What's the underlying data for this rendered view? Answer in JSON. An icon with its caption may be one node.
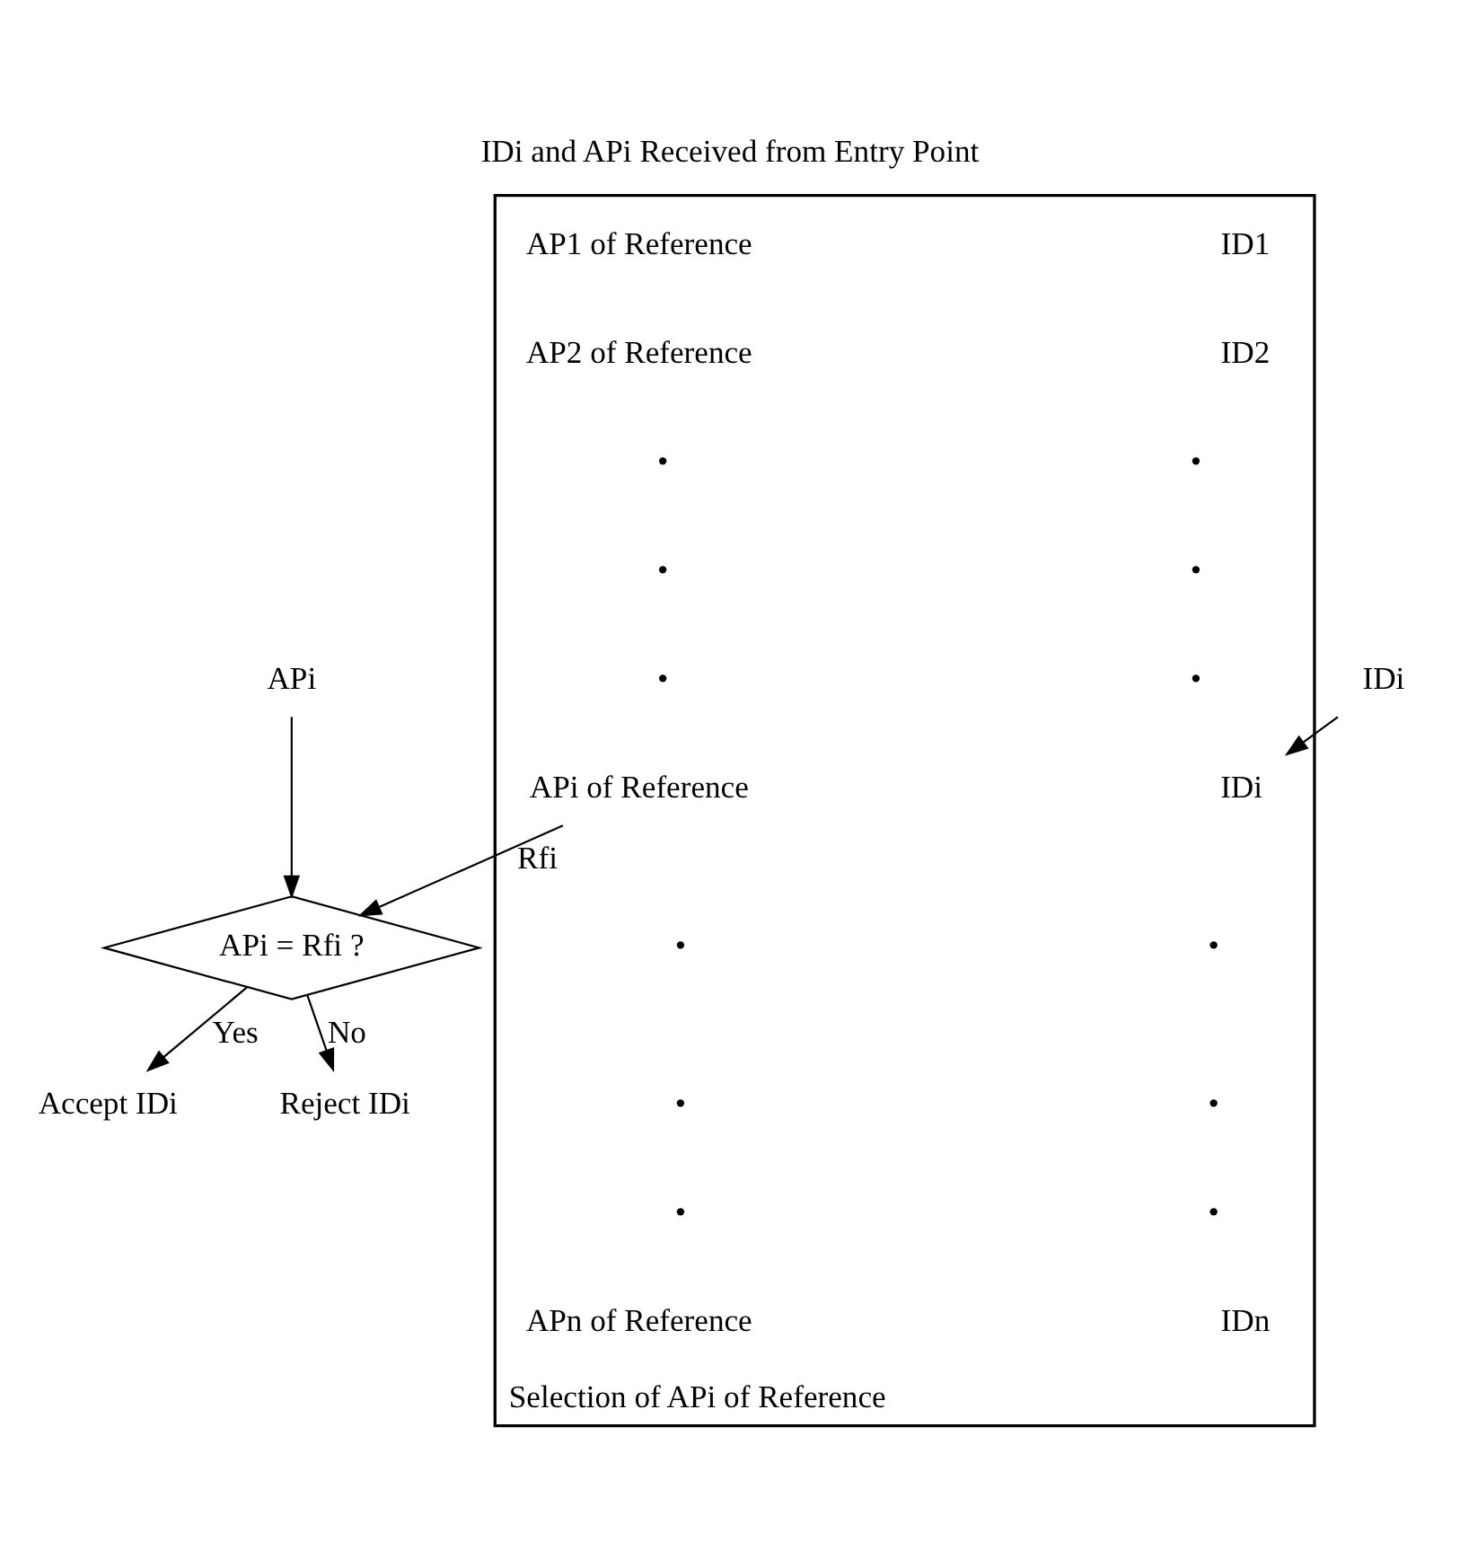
{
  "diagram": {
    "title": "IDi and APi Received from Entry Point",
    "nodes": [
      {
        "text": [
          "APi"
        ]
      },
      {
        "text": [
          "IDi"
        ]
      },
      {
        "text": [
          "Selection of APi of Reference"
        ]
      },
      {
        "text": [
          "IDi"
        ],
        "in": 2
      },
      {
        "text": [
          "APi of Reference"
        ],
        "in": 2
      },
      {
        "text": [
          "APi = Rfi ?"
        ]
      },
      {
        "text": [
          "Accept IDi"
        ]
      },
      {
        "text": [
          "Reject IDi"
        ]
      }
    ],
    "edges": [
      {
        "from": 1,
        "to": 3,
        "arrow": "to"
      },
      {
        "from": 4,
        "to": 5,
        "arrow": "to",
        "label": "Rfi"
      },
      {
        "from": 0,
        "to": 5,
        "arrow": "to"
      },
      {
        "from": 5,
        "to": 6,
        "arrow": "to",
        "label": "Yes"
      },
      {
        "from": 5,
        "to": 7,
        "arrow": "to",
        "label": "No"
      }
    ],
    "labels": [
      "ID1",
      "AP1 of Reference",
      "ID2",
      "AP2 of Reference",
      "•",
      "•",
      "•",
      "•",
      "•",
      "•",
      "•",
      "•",
      "•",
      "•",
      "•",
      "•",
      "IDn",
      "APn of Reference"
    ]
  }
}
